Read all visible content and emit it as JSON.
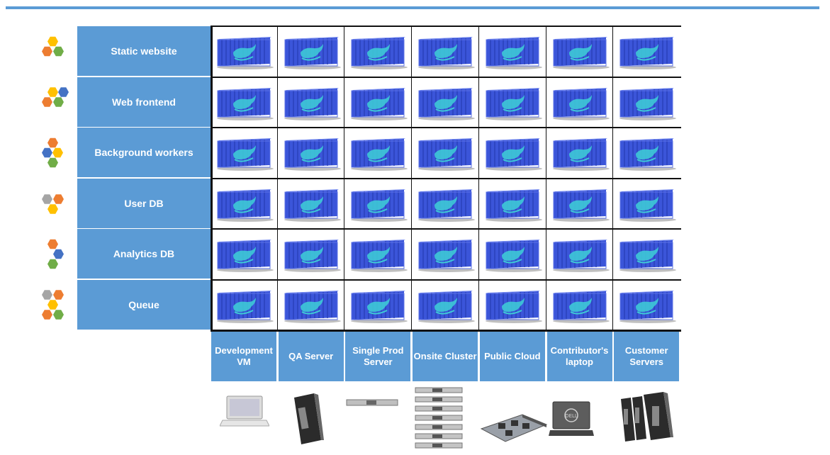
{
  "rows": [
    {
      "label": "Static website",
      "hexes": [
        "#ffc000",
        "#ed7d31",
        "#70ad47"
      ]
    },
    {
      "label": "Web frontend",
      "hexes": [
        "#ffc000",
        "#4472c4",
        "#ed7d31",
        "#70ad47"
      ]
    },
    {
      "label": "Background workers",
      "hexes": [
        "#ed7d31",
        "#ffc000",
        "#4472c4",
        "#70ad47"
      ]
    },
    {
      "label": "User DB",
      "hexes": [
        "#a5a5a5",
        "#ed7d31",
        "#ffc000"
      ]
    },
    {
      "label": "Analytics DB",
      "hexes": [
        "#ed7d31",
        "#4472c4",
        "#70ad47"
      ]
    },
    {
      "label": "Queue",
      "hexes": [
        "#a5a5a5",
        "#ed7d31",
        "#ffc000",
        "#ed7d31",
        "#70ad47"
      ]
    }
  ],
  "columns": [
    {
      "label": "Development VM",
      "hardware": "laptop-icon"
    },
    {
      "label": "QA Server",
      "hardware": "blade-server-icon"
    },
    {
      "label": "Single Prod Server",
      "hardware": "rack-server-icon"
    },
    {
      "label": "Onsite Cluster",
      "hardware": "server-cluster-icon"
    },
    {
      "label": "Public Cloud",
      "hardware": "motherboard-icon"
    },
    {
      "label": "Contributor's laptop",
      "hardware": "dell-laptop-icon"
    },
    {
      "label": "Customer Servers",
      "hardware": "blade-servers-icon"
    }
  ],
  "colors": {
    "label_bg": "#5b9bd5",
    "container": "#3b55d9",
    "whale": "#3ec9d6"
  }
}
